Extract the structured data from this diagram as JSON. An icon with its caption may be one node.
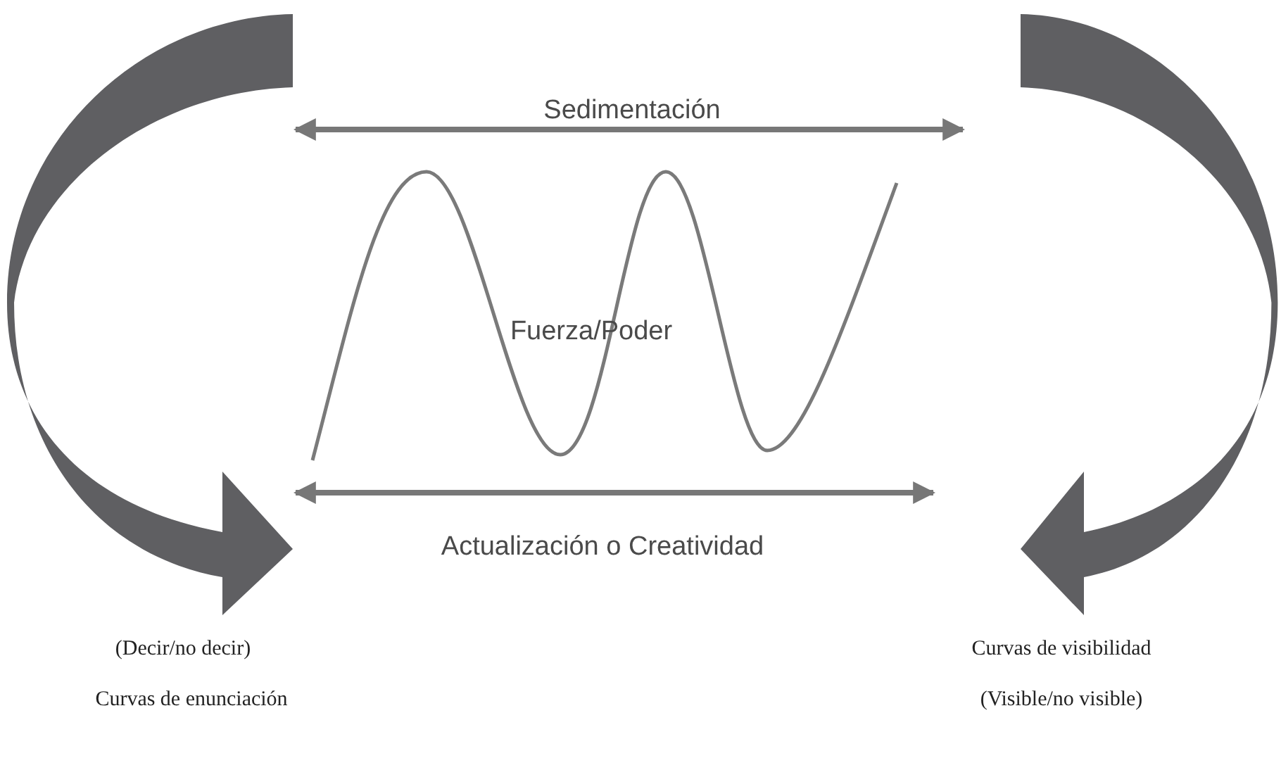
{
  "diagram": {
    "labels": [
      "Sedimentación",
      "Fuerza/Poder",
      "Actualización o Creatividad",
      "(Decir/no decir)",
      "Curvas de enunciación",
      "Curvas de visibilidad",
      "(Visible/no visible)"
    ]
  }
}
